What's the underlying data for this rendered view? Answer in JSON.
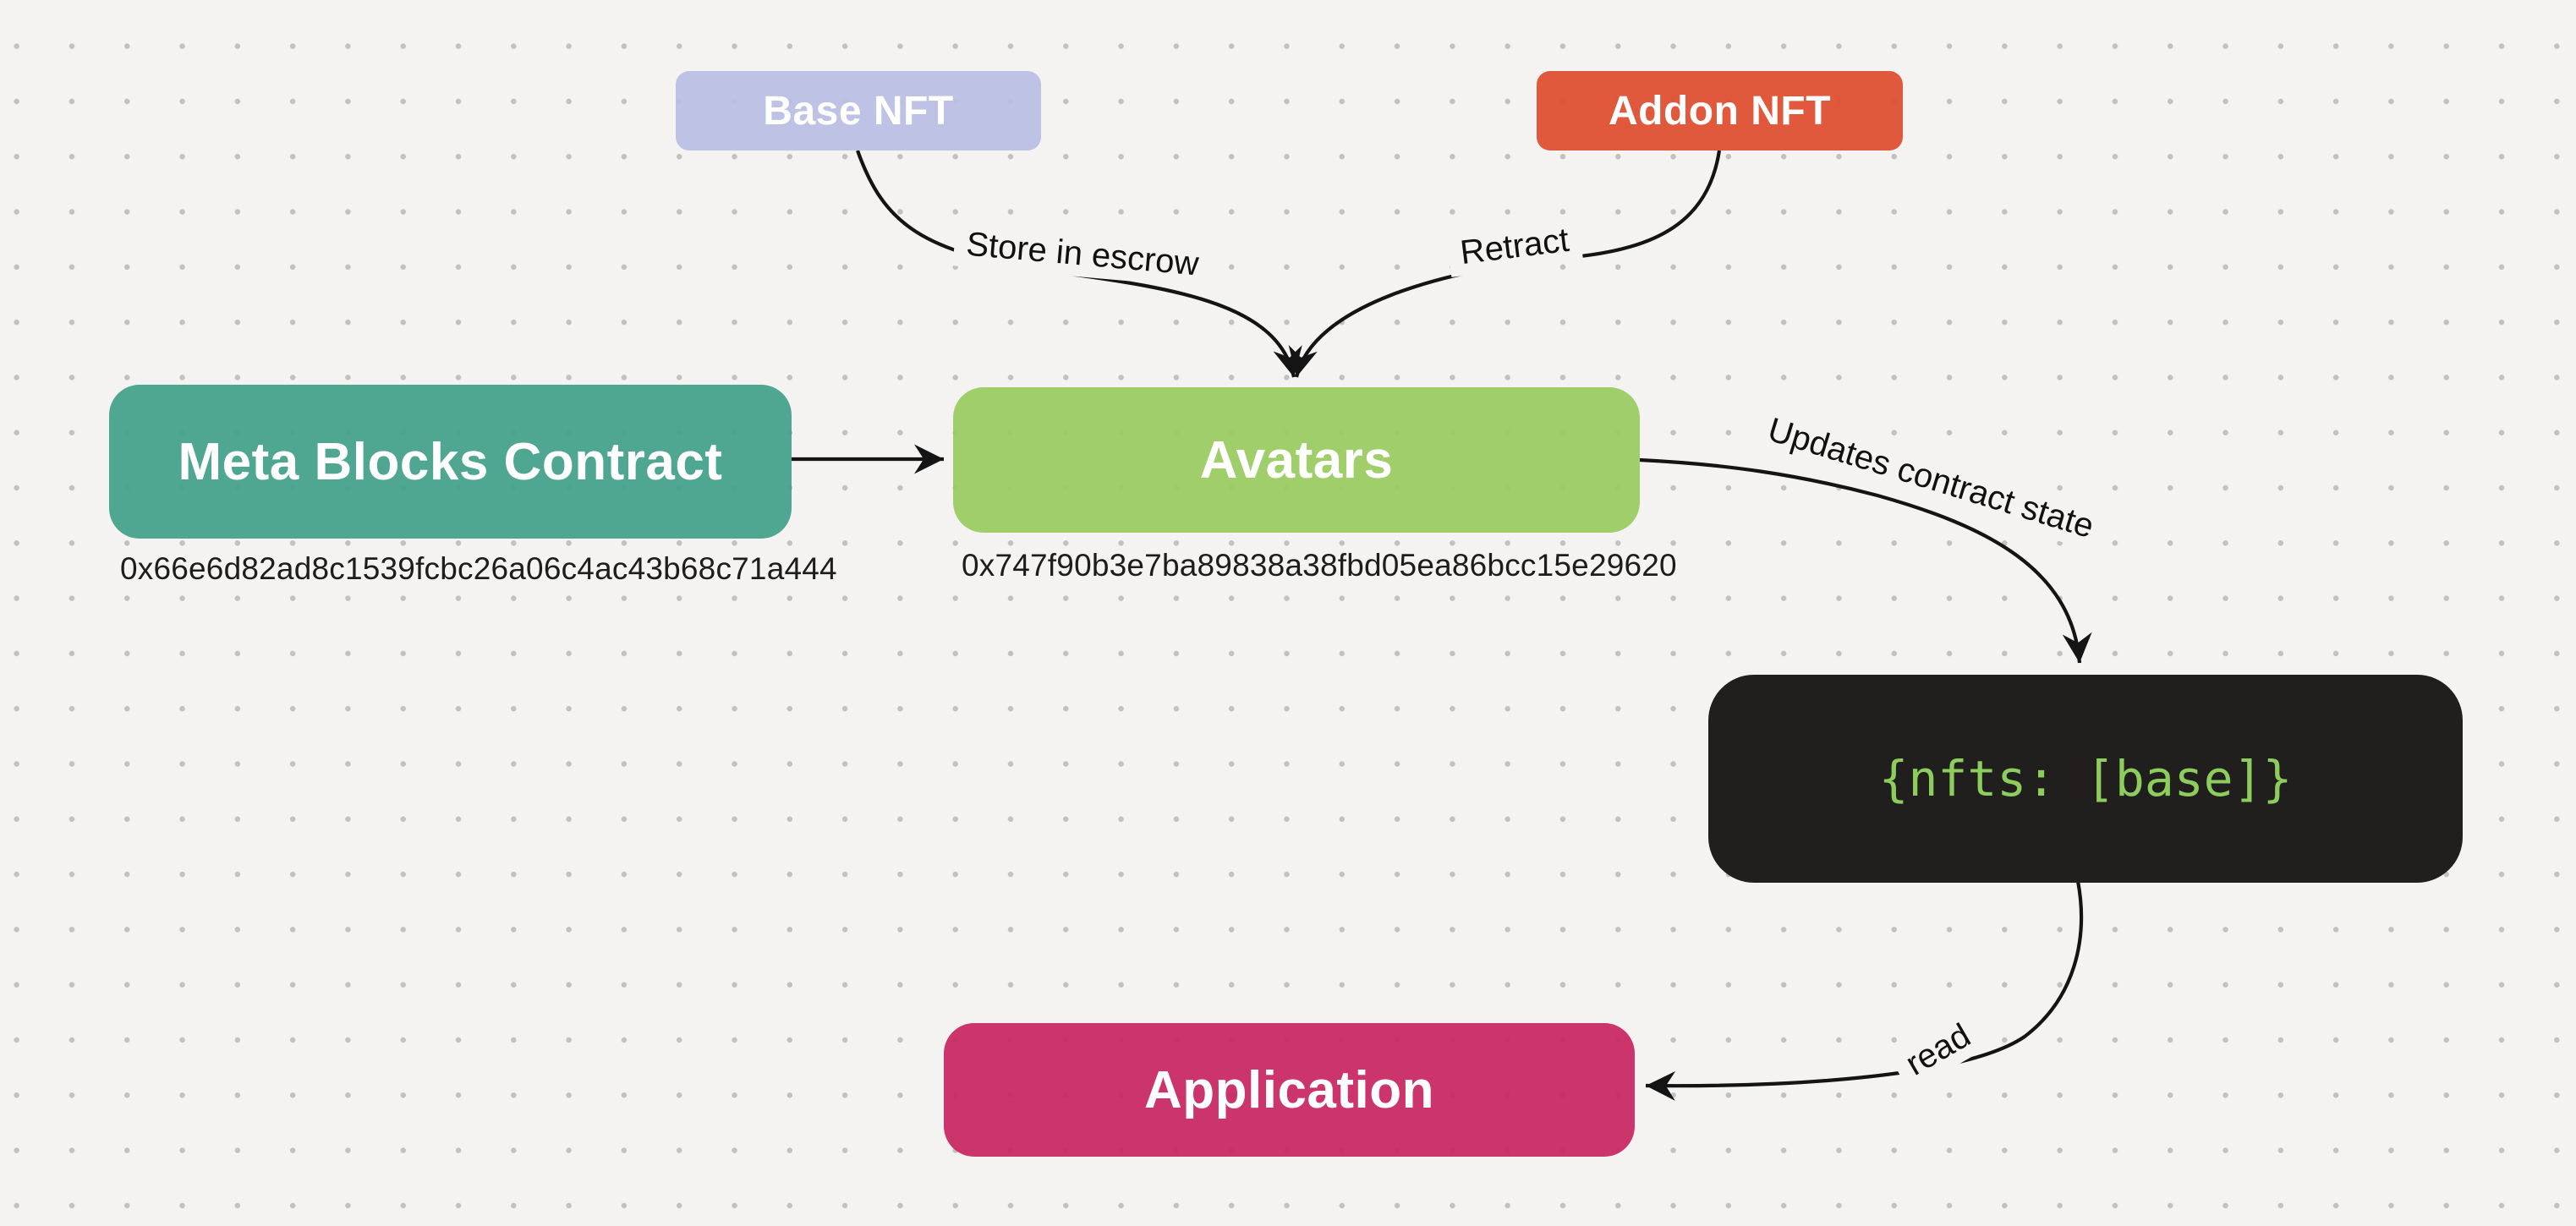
{
  "canvas": {
    "background": "#f4f3f1",
    "dot_color": "#c3c1be",
    "edge_color": "#141414"
  },
  "nodes": {
    "base_nft": {
      "label": "Base NFT",
      "fill": "#b9bde2",
      "text_color": "#ffffff"
    },
    "addon_nft": {
      "label": "Addon NFT",
      "fill": "#de5033",
      "text_color": "#ffffff"
    },
    "meta_blocks_contract": {
      "label": "Meta Blocks Contract",
      "fill": "#47a28b",
      "text_color": "#ffffff",
      "address": "0x66e6d82ad8c1539fcbc26a06c4ac43b68c71a444"
    },
    "avatars": {
      "label": "Avatars",
      "fill": "#9bcb63",
      "text_color": "#ffffff",
      "address": "0x747f90b3e7ba89838a38fbd05ea86bcc15e29620"
    },
    "contract_state": {
      "label": "{nfts: [base]}",
      "fill": "#201f1d",
      "text_color": "#8ccd5d"
    },
    "application": {
      "label": "Application",
      "fill": "#c92a63",
      "text_color": "#ffffff"
    }
  },
  "edge_labels": {
    "store_in_escrow": "Store in escrow",
    "retract": "Retract",
    "updates_contract_state": "Updates contract state",
    "read": "read"
  }
}
